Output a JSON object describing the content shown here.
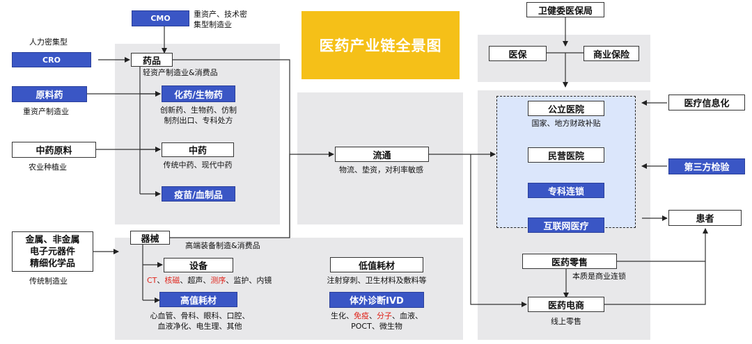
{
  "title": "医药产业链全景图",
  "left": {
    "cmo": {
      "label": "CMO",
      "desc1": "重资产、技术密",
      "desc2": "集型制造业"
    },
    "cro": {
      "label": "CRO",
      "above": "人力密集型"
    },
    "api": {
      "label": "原料药",
      "below": "重资产制造业"
    },
    "tcm_raw": {
      "label": "中药原料",
      "below": "农业种植业"
    },
    "materials": {
      "line1": "金属、非金属",
      "line2": "电子元器件",
      "line3": "精细化学品",
      "below": "传统制造业"
    }
  },
  "drugs": {
    "label": "药品",
    "desc": "轻资产制造业&消费品",
    "chem": {
      "label": "化药/生物药",
      "desc1": "创新药、生物药、仿制",
      "desc2": "制剂出口、专科处方"
    },
    "tcm": {
      "label": "中药",
      "desc": "传统中药、现代中药"
    },
    "vaccine": {
      "label": "疫苗/血制品"
    }
  },
  "devices": {
    "label": "器械",
    "desc": "高端装备制造&消费品",
    "equipment": {
      "label": "设备",
      "items": [
        "CT",
        "、",
        "核磁",
        "、超声、",
        "测序",
        "、监护、内镜"
      ]
    },
    "high_value": {
      "label": "高值耗材",
      "desc1": "心血管、骨科、眼科、口腔、",
      "desc2": "血液净化、电生理、其他"
    },
    "low_value": {
      "label": "低值耗材",
      "desc": "注射穿刺、卫生材料及敷料等"
    },
    "ivd": {
      "label": "体外诊断IVD",
      "line1": [
        "生化、",
        "免疫",
        "、",
        "分子",
        "、血液、"
      ],
      "line2": "POCT、微生物"
    }
  },
  "distribution": {
    "label": "流通",
    "desc": "物流、垫资，对利率敏感"
  },
  "payers": {
    "nhc": "卫健委医保局",
    "insurance": "医保",
    "commercial": "商业保险"
  },
  "hospitals": {
    "public": {
      "label": "公立医院",
      "desc": "国家、地方财政补贴"
    },
    "private": {
      "label": "民营医院"
    },
    "chain": {
      "label": "专科连锁"
    },
    "internet": {
      "label": "互联网医疗"
    }
  },
  "right": {
    "it": "医疗信息化",
    "lab": "第三方检验",
    "patient": "患者"
  },
  "retail": {
    "label": "医药零售",
    "desc": "本质是商业连锁"
  },
  "ecommerce": {
    "label": "医药电商",
    "desc": "线上零售"
  },
  "colors": {
    "accent_blue": "#3a56c5",
    "title_yellow": "#f5c018",
    "highlight_red": "#e0241b",
    "panel_gray": "#e8e8ea"
  }
}
